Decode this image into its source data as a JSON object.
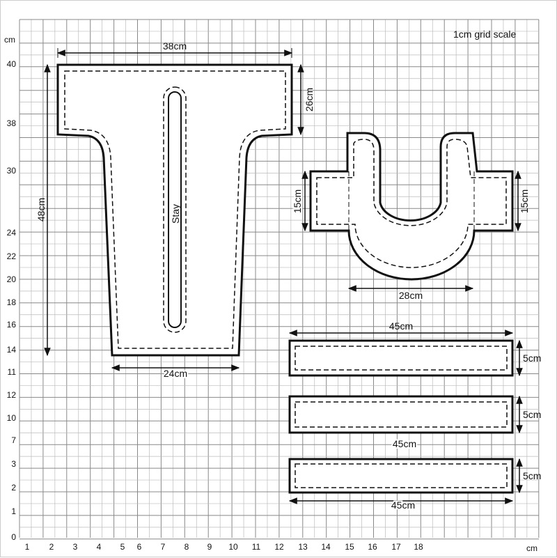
{
  "title": "1cm grid scale",
  "axis": {
    "unit_x": "cm",
    "unit_y": "cm",
    "x_labels": [
      "1",
      "2",
      "3",
      "4",
      "5",
      "6",
      "7",
      "8",
      "9",
      "10",
      "11",
      "12",
      "13",
      "14",
      "15",
      "16",
      "17",
      "18"
    ],
    "y_labels": [
      "40",
      "38",
      "30",
      "24",
      "22",
      "20",
      "18",
      "16",
      "14",
      "11",
      "12",
      "10",
      "7",
      "3",
      "2",
      "1",
      "0"
    ]
  },
  "pieces": {
    "body": {
      "width": "38cm",
      "shoulder": "26cm",
      "height": "48cm",
      "bottom": "24cm",
      "stay": "Stay"
    },
    "u_piece": {
      "left": "15cm",
      "right": "15cm",
      "width": "28cm"
    },
    "strip1": {
      "width": "45cm",
      "height": "5cm"
    },
    "strip2": {
      "width": "45cm",
      "height": "5cm"
    },
    "strip3": {
      "width": "45cm",
      "height": "5cm"
    }
  }
}
